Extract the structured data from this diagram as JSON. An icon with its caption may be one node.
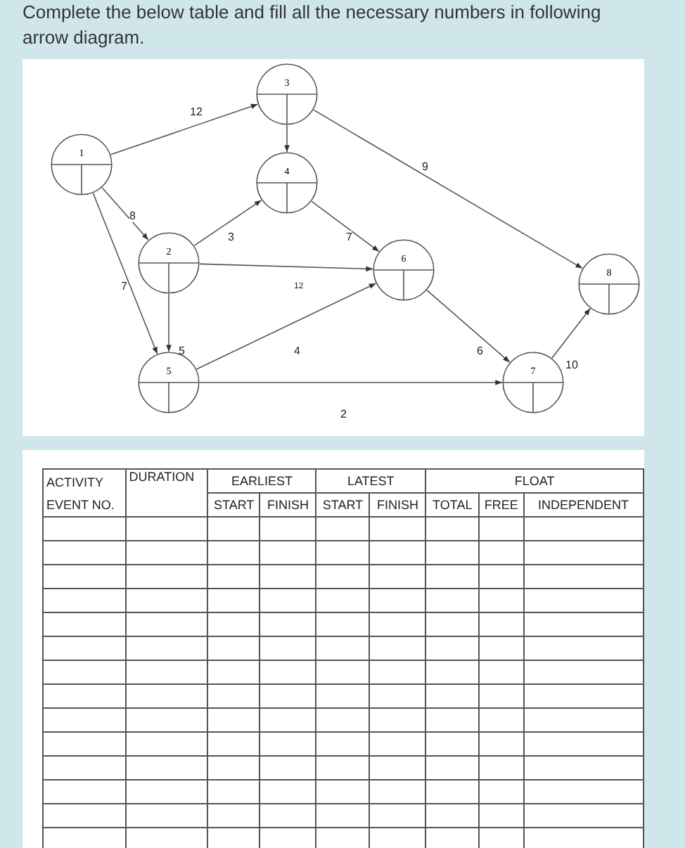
{
  "diagram": {
    "title": "Complete the below table and fill all the necessary numbers in following arrow diagram.",
    "nodes": [
      {
        "text": [
          "1"
        ]
      },
      {
        "text": [
          "2"
        ]
      },
      {
        "text": [
          "3"
        ]
      },
      {
        "text": [
          "4"
        ]
      },
      {
        "text": [
          "5"
        ]
      },
      {
        "text": [
          "6"
        ]
      },
      {
        "text": [
          "7"
        ]
      },
      {
        "text": [
          "8"
        ]
      }
    ],
    "edges": [
      {
        "from": 0,
        "to": 2,
        "arrow": "to",
        "label": "12"
      },
      {
        "from": 2,
        "to": 3,
        "arrow": "to"
      },
      {
        "from": 0,
        "to": 1,
        "arrow": "to",
        "label": "8"
      },
      {
        "from": 0,
        "to": 4,
        "arrow": "to",
        "label": "7"
      },
      {
        "from": 1,
        "to": 3,
        "arrow": "to",
        "label": "3"
      },
      {
        "from": 3,
        "to": 5,
        "arrow": "to",
        "label": "7"
      },
      {
        "from": 1,
        "to": 5,
        "arrow": "to",
        "label": "12"
      },
      {
        "from": 1,
        "to": 4,
        "arrow": "to",
        "label": "5"
      },
      {
        "from": 4,
        "to": 5,
        "arrow": "to",
        "label": "4"
      },
      {
        "from": 2,
        "to": 7,
        "arrow": "to",
        "label": "9"
      },
      {
        "from": 5,
        "to": 6,
        "arrow": "to",
        "label": "6"
      },
      {
        "from": 4,
        "to": 6,
        "arrow": "to",
        "label": "2"
      },
      {
        "from": 6,
        "to": 7,
        "arrow": "to",
        "label": "10"
      }
    ],
    "labels": [
      "ACTIVITY EVENT NO.",
      "DURATION",
      "EARLIEST",
      "LATEST",
      "FLOAT",
      "START",
      "FINISH",
      "START",
      "FINISH",
      "TOTAL",
      "FREE",
      "INDEPENDENT"
    ]
  }
}
